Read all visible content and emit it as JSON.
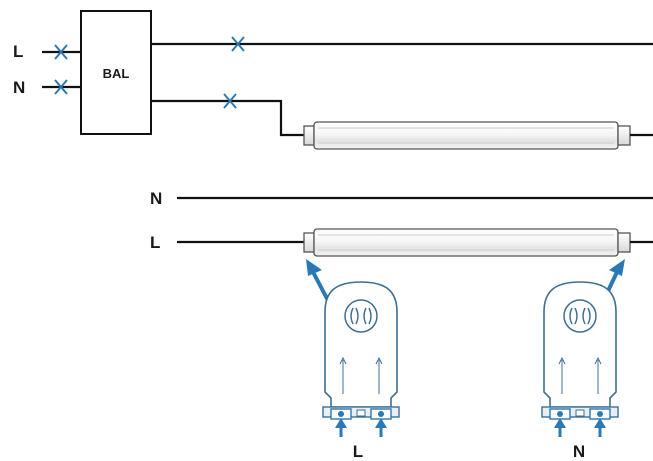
{
  "ballast": {
    "label": "BAL"
  },
  "top_labels": {
    "line": "L",
    "neutral": "N"
  },
  "middle_labels": {
    "neutral": "N",
    "line": "L"
  },
  "holder_labels": {
    "left": "L",
    "right": "N"
  },
  "colors": {
    "wire": "#111111",
    "cut_mark": "#2a78b4",
    "arrow": "#2a78b4",
    "holder_outline": "#3d6f94",
    "tube_outline": "#555555"
  },
  "icons": {
    "cut_mark": "x-cut-icon",
    "arrow": "up-arrow-icon",
    "holder": "lamp-holder-icon",
    "tube": "fluorescent-tube-icon"
  }
}
